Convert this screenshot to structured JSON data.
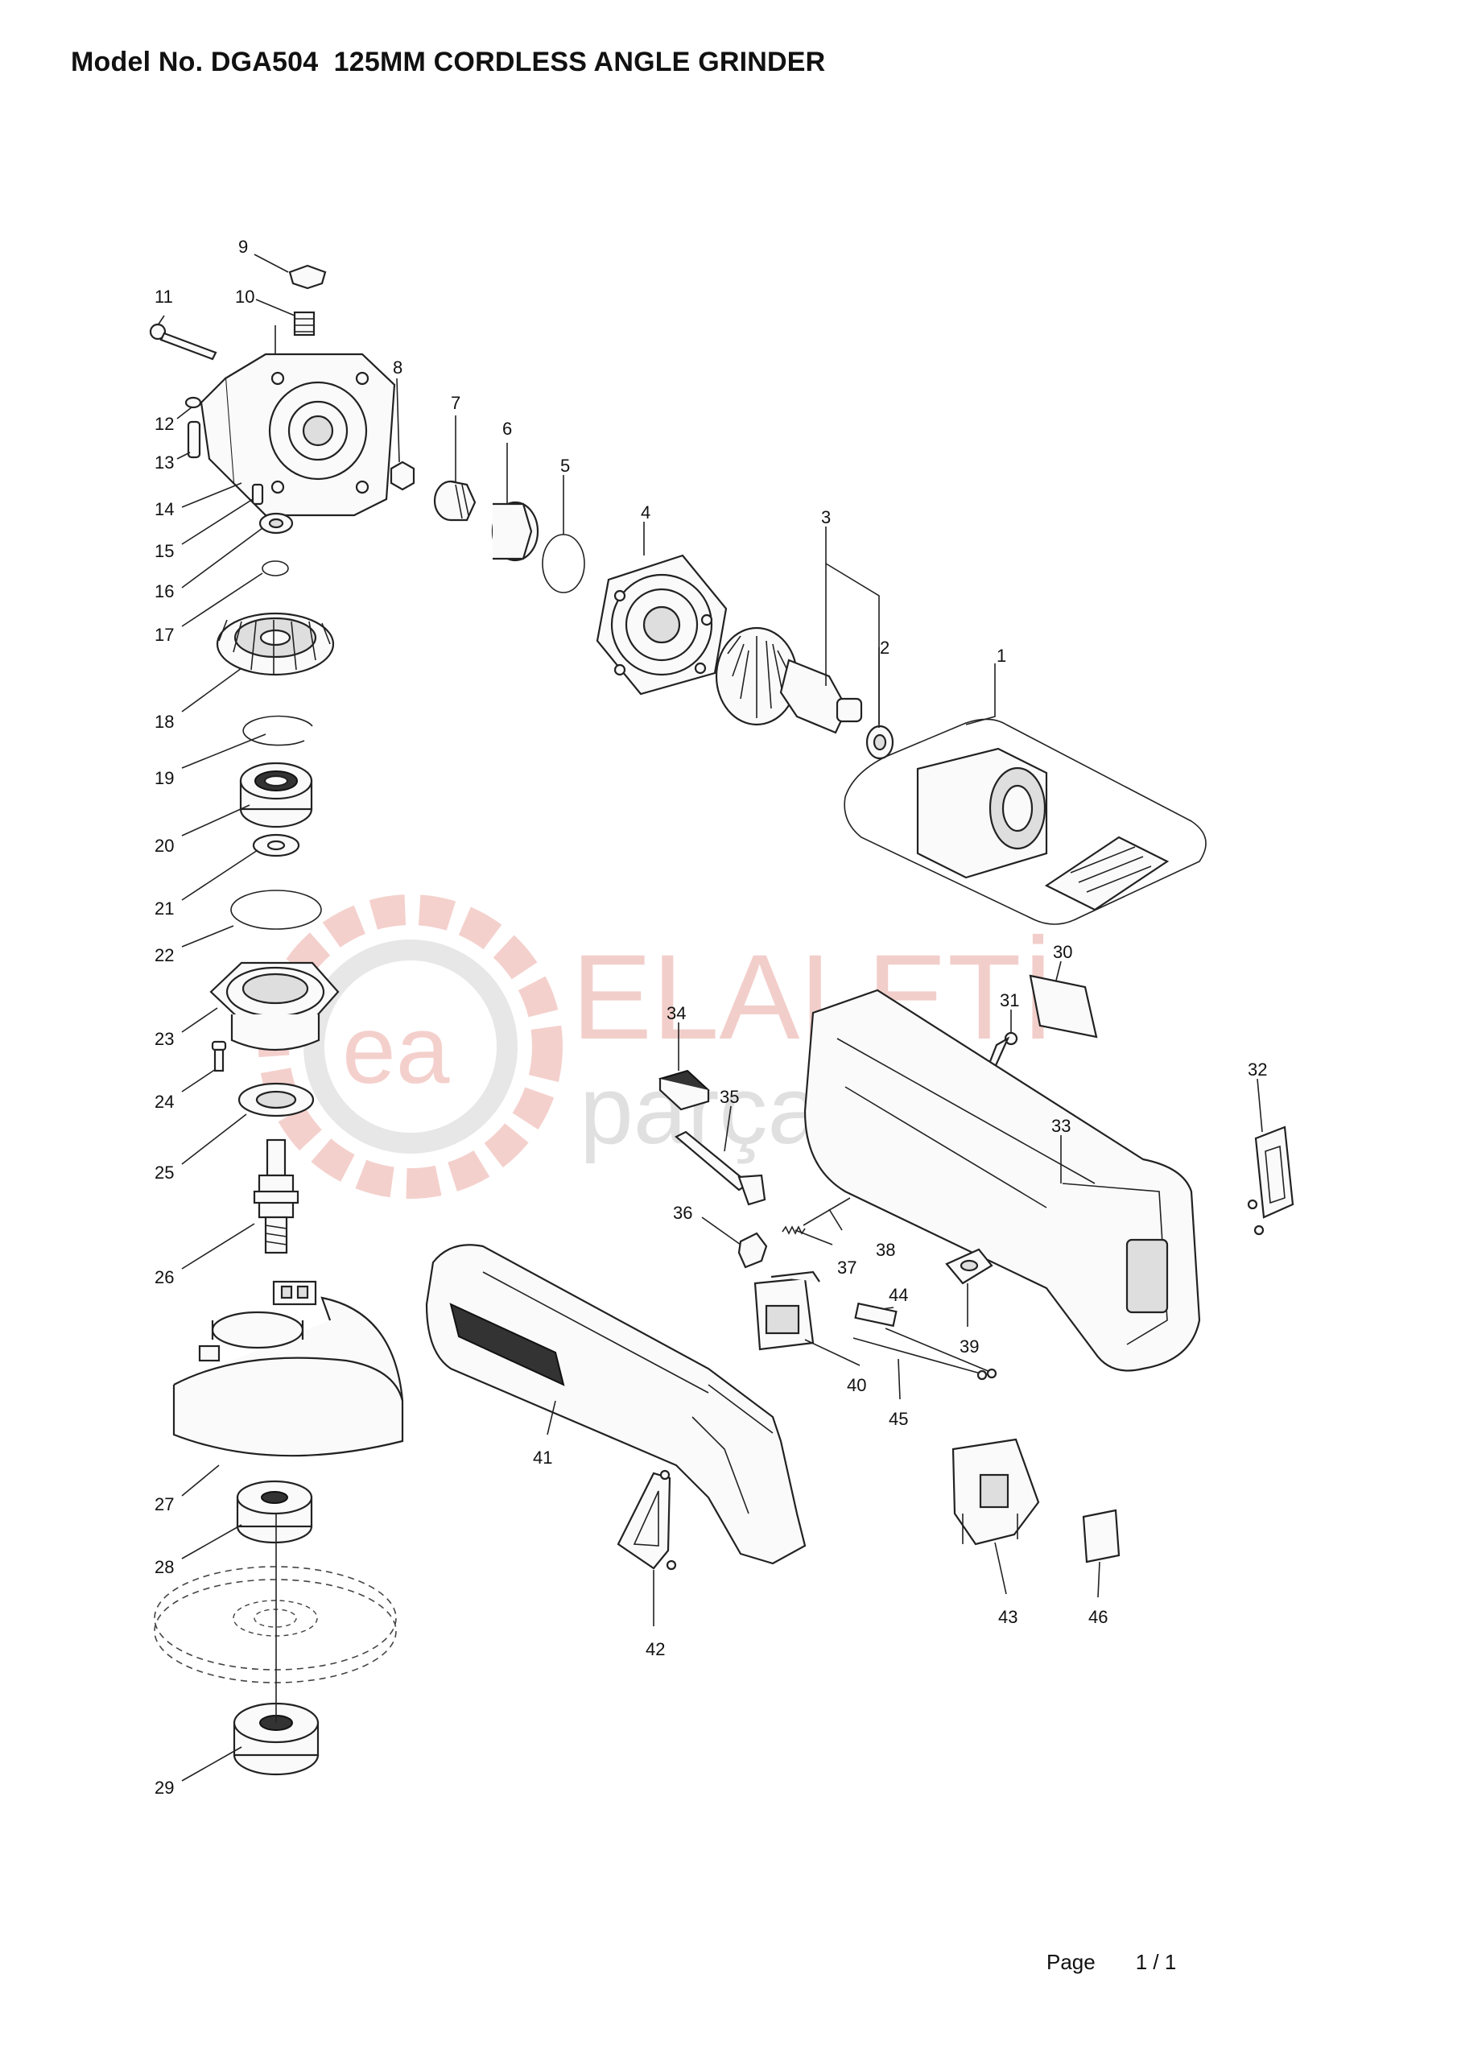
{
  "header": {
    "title": "Model No. DGA504  125MM CORDLESS ANGLE GRINDER"
  },
  "watermark": {
    "line1": "ELALETİ",
    "line2": "parçaları",
    "logo_text": "ea"
  },
  "footer": {
    "page_label": "Page",
    "page_value": "1 / 1"
  },
  "callouts": [
    "1",
    "2",
    "3",
    "4",
    "5",
    "6",
    "7",
    "8",
    "9",
    "10",
    "11",
    "12",
    "13",
    "14",
    "15",
    "16",
    "17",
    "18",
    "19",
    "20",
    "21",
    "22",
    "23",
    "24",
    "25",
    "26",
    "27",
    "28",
    "29",
    "30",
    "31",
    "32",
    "33",
    "34",
    "35",
    "36",
    "37",
    "38",
    "39",
    "40",
    "41",
    "42",
    "43",
    "44",
    "45",
    "46"
  ],
  "colors": {
    "line": "#222222",
    "watermark_red": "#e07a6e",
    "watermark_gray": "#bbbbbb"
  }
}
